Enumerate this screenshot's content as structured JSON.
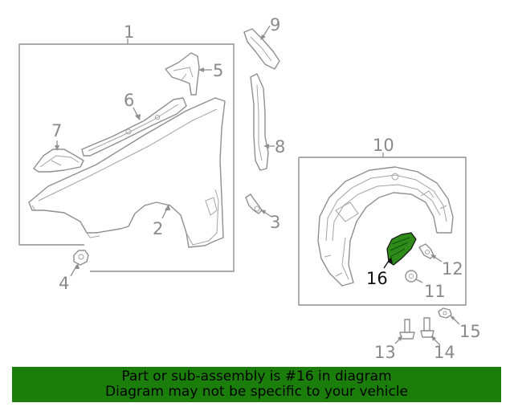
{
  "callouts": {
    "c1": "1",
    "c2": "2",
    "c3": "3",
    "c4": "4",
    "c5": "5",
    "c6": "6",
    "c7": "7",
    "c8": "8",
    "c9": "9",
    "c10": "10",
    "c11": "11",
    "c12": "12",
    "c13": "13",
    "c14": "14",
    "c15": "15",
    "c16": "16"
  },
  "highlight": {
    "part_number": "16",
    "color": "#2e8b1a"
  },
  "banner": {
    "line1": "Part or sub-assembly is #16 in diagram",
    "line2": "Diagram may not be specific to your vehicle",
    "background": "#1b7d0a"
  }
}
